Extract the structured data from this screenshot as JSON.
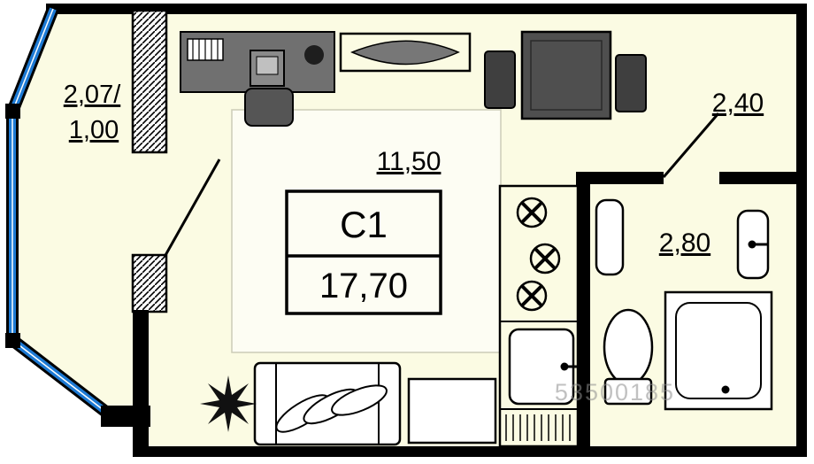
{
  "plan": {
    "unit": {
      "label": "C1",
      "total_area": "17,70"
    },
    "rooms": {
      "living": {
        "area": "11,50"
      },
      "hallway": {
        "area": "2,40"
      },
      "bathroom": {
        "area": "2,80"
      },
      "balcony": {
        "line1": "2,07/",
        "line2": "1,00"
      }
    },
    "watermark": "53500185",
    "colors": {
      "floor": "#FBFBE3",
      "carpet": "#FDFDF3",
      "wall": "#000000",
      "window_glass": "#1D7AD4",
      "furniture_dark": "#4A4A4A"
    }
  }
}
